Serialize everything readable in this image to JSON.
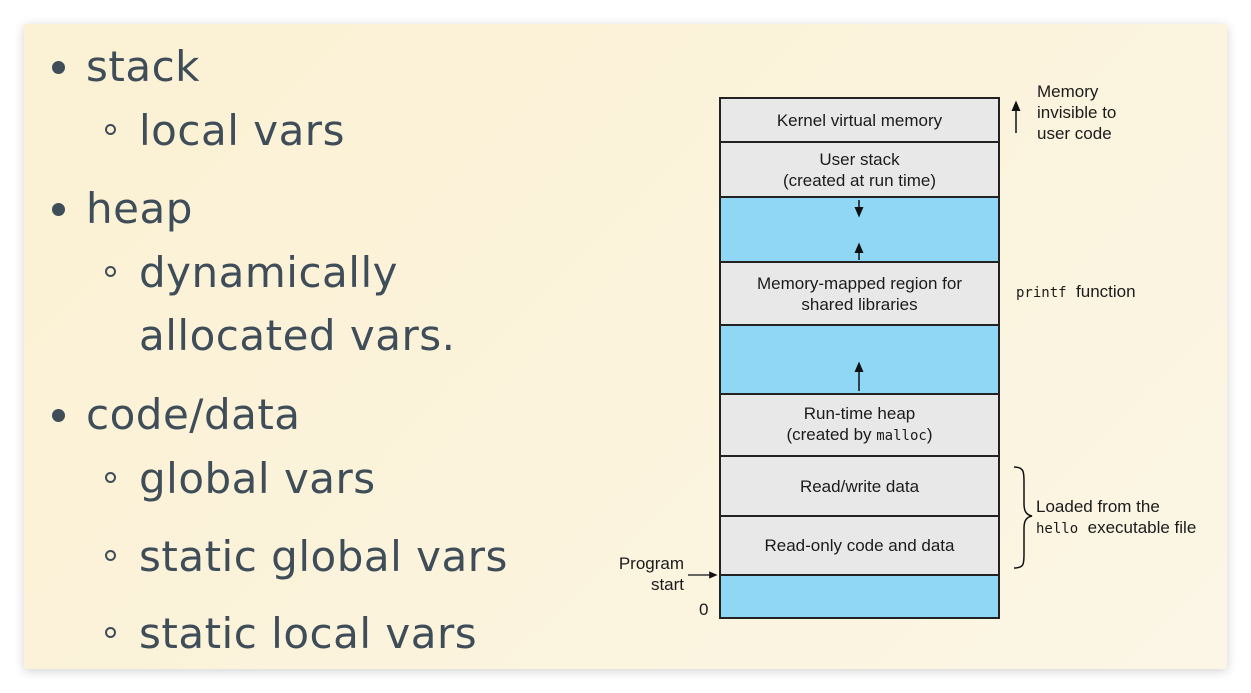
{
  "bullets": [
    {
      "text": "stack",
      "sub": [
        "local vars"
      ]
    },
    {
      "text": "heap",
      "sub": [
        "dynamically",
        "allocated vars."
      ]
    },
    {
      "text": "code/data",
      "sub": [
        "global vars",
        "static global vars",
        "static local vars"
      ]
    }
  ],
  "memory": {
    "kernel": "Kernel virtual memory",
    "user_stack_1": "User stack",
    "user_stack_2": "(created at run time)",
    "mmap_1": "Memory-mapped region for",
    "mmap_2": "shared libraries",
    "heap_1": "Run-time heap",
    "heap_2_pre": "(created by ",
    "heap_2_code": "malloc",
    "heap_2_post": ")",
    "rw": "Read/write data",
    "ro": "Read-only code and data"
  },
  "annotations": {
    "invisible_1": "Memory",
    "invisible_2": "invisible to",
    "invisible_3": "user code",
    "printf_code": "printf",
    "printf_text": "function",
    "loaded_1": "Loaded from the",
    "loaded_code": "hello",
    "loaded_text": "executable file",
    "program_1": "Program",
    "program_2": "start",
    "zero": "0"
  },
  "colors": {
    "text": "#3f4d59",
    "segment_gray": "#e8e8e8",
    "segment_blue": "#8fd7f5"
  }
}
